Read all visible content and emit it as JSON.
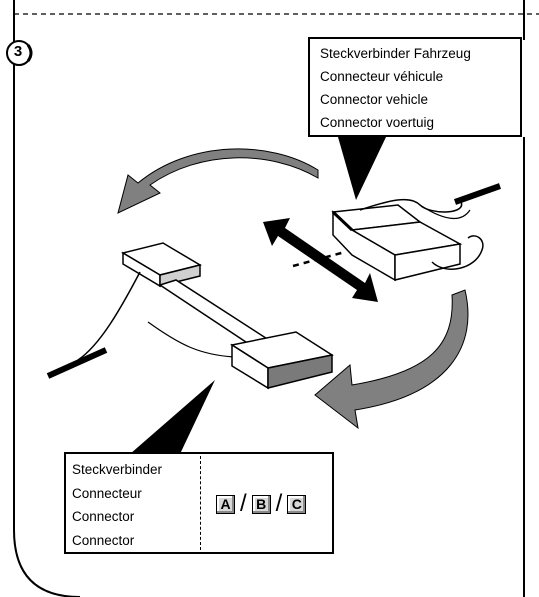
{
  "step": {
    "number": "3"
  },
  "top_callout": {
    "lines": [
      "Steckverbinder Fahrzeug",
      "Connecteur véhicule",
      "Connector vehicle",
      "Connector voertuig"
    ]
  },
  "bottom_callout": {
    "lines": [
      "Steckverbinder",
      "Connecteur",
      "Connector",
      "Connector"
    ],
    "codes": [
      "A",
      "B",
      "C"
    ],
    "separator": "/"
  }
}
